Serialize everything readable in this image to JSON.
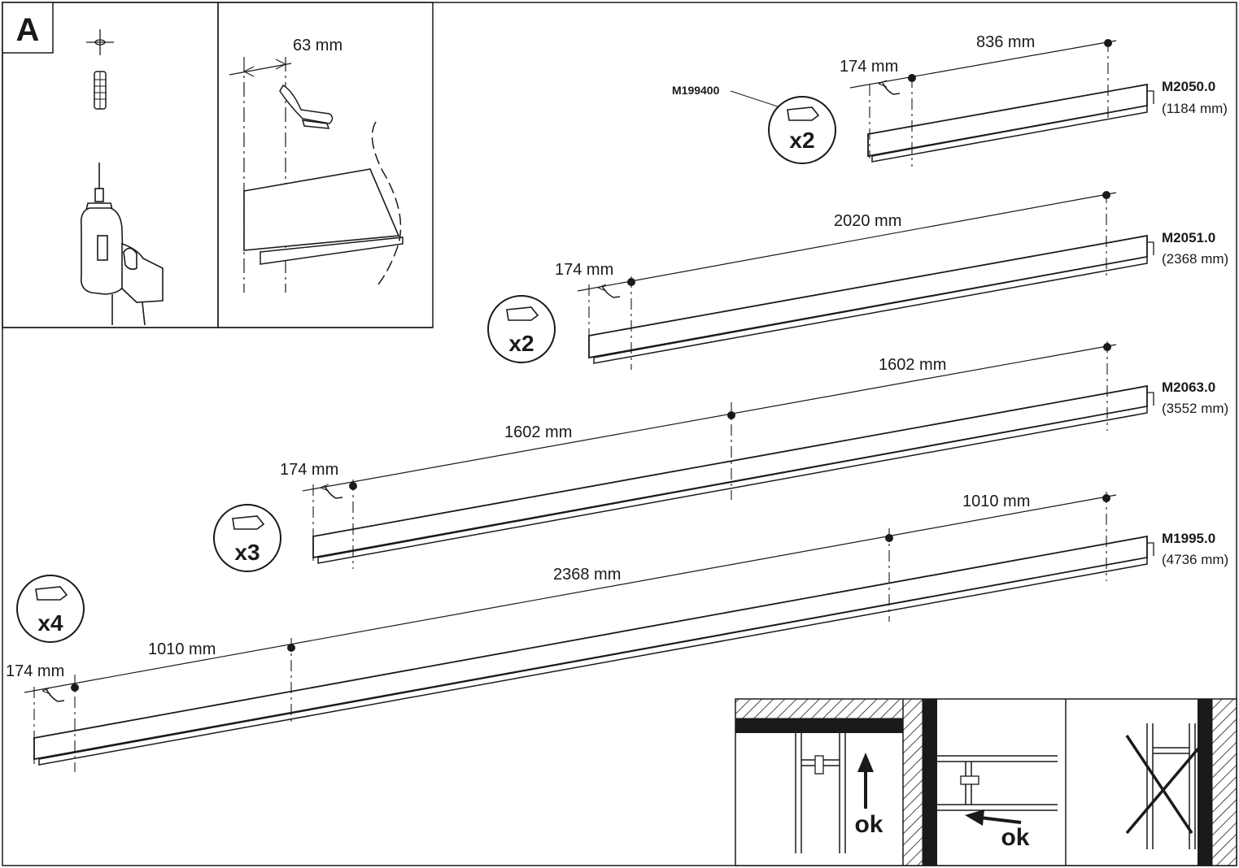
{
  "step": {
    "letter": "A"
  },
  "detail": {
    "offset_label": "63 mm"
  },
  "bracket_part": "M199400",
  "rails": [
    {
      "code": "M2050.0",
      "length": "(1184 mm)",
      "count": "x2",
      "start_label": "174 mm",
      "spans": [
        "836 mm"
      ]
    },
    {
      "code": "M2051.0",
      "length": "(2368 mm)",
      "count": "x2",
      "start_label": "174 mm",
      "spans": [
        "2020 mm"
      ]
    },
    {
      "code": "M2063.0",
      "length": "(3552 mm)",
      "count": "x3",
      "start_label": "174 mm",
      "spans": [
        "1602 mm",
        "1602 mm"
      ]
    },
    {
      "code": "M1995.0",
      "length": "(4736 mm)",
      "count": "x4",
      "start_label": "174 mm",
      "spans": [
        "1010 mm",
        "2368 mm",
        "1010 mm"
      ]
    }
  ],
  "orientation": {
    "ceiling_ok": "ok",
    "wall_ok": "ok"
  },
  "icons": [
    "screw-anchor-icon",
    "drill-icon",
    "bracket-icon",
    "arrow-up-icon",
    "arrow-left-icon",
    "cross-icon"
  ]
}
